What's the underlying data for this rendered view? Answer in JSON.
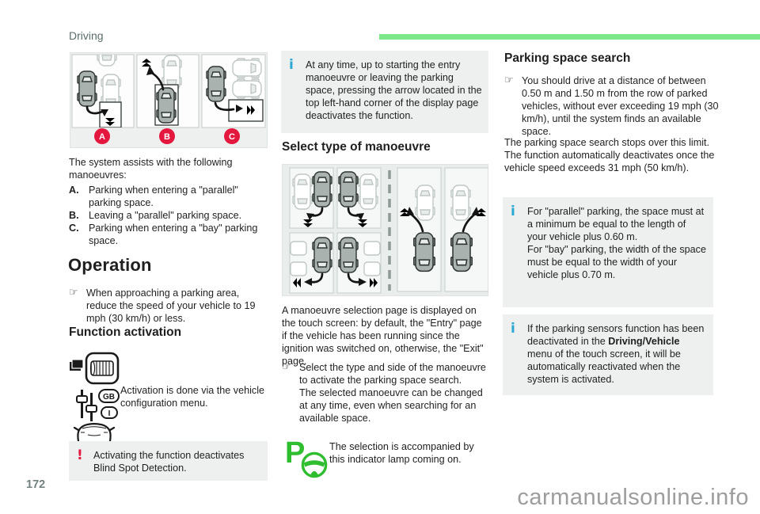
{
  "page": {
    "section_label": "Driving",
    "page_number": "172",
    "watermark": "carmanualsonline.info"
  },
  "glyphs": {
    "pointer": "☞",
    "info": "i",
    "warning": "!"
  },
  "colors": {
    "accent_green_bar": "#7ce88a",
    "info_icon": "#2ba7d1",
    "warning_icon": "#e4173e",
    "indicator_green": "#2fbe2f",
    "diagram_badge_red": "#e4173e",
    "box_background": "#edf0ef"
  },
  "left": {
    "diagram_badges": [
      "A",
      "B",
      "C"
    ],
    "intro": "The system assists with the following manoeuvres:",
    "manoeuvres": [
      {
        "key": "A.",
        "text": "Parking when entering a \"parallel\" parking space."
      },
      {
        "key": "B.",
        "text": "Leaving a \"parallel\" parking space."
      },
      {
        "key": "C.",
        "text": "Parking when entering a \"bay\" parking space."
      }
    ],
    "operation_heading": "Operation",
    "operation_bullet": "When approaching a parking area, reduce the speed of your vehicle to 19 mph (30 km/h) or less.",
    "activation_heading": "Function activation",
    "activation_text": "Activation is done via the vehicle configuration menu.",
    "config_badge_gb": "GB",
    "config_badge_i": "I",
    "warning_text": "Activating the function deactivates Blind Spot Detection."
  },
  "middle": {
    "info_text": "At any time, up to starting the entry manoeuvre or leaving the parking space, pressing the arrow located in the top left-hand corner of the display page deactivates the function.",
    "select_heading": "Select type of manoeuvre",
    "selection_paragraph": "A manoeuvre selection page is displayed on the touch screen: by default, the \"Entry\" page if the vehicle has been running since the ignition was switched on, otherwise, the \"Exit\" page.",
    "select_bullet_1": "Select the type and side of the manoeuvre to activate the parking space search.",
    "select_bullet_2": "The selected manoeuvre can be changed at any time, even when searching for an available space.",
    "indicator_letter": "P",
    "indicator_text": "The selection is accompanied by this indicator lamp coming on."
  },
  "right": {
    "heading": "Parking space search",
    "bullet": "You should drive at a distance of between 0.50 m and 1.50 m from the row of parked vehicles, without ever exceeding 19 mph (30 km/h), until the system finds an available space.",
    "paragraph": "The parking space search stops over this limit. The function automatically deactivates once the vehicle speed exceeds 31 mph (50 km/h).",
    "info1_line1": "For \"parallel\" parking, the space must at a minimum be equal to the length of your vehicle plus 0.60 m.",
    "info1_line2": "For \"bay\" parking, the width of the space must be equal to the width of your vehicle plus 0.70 m.",
    "info2_before": "If the parking sensors function has been deactivated in the ",
    "info2_bold": "Driving/Vehicle",
    "info2_after": " menu of the touch screen, it will be automatically reactivated when the system is activated."
  }
}
